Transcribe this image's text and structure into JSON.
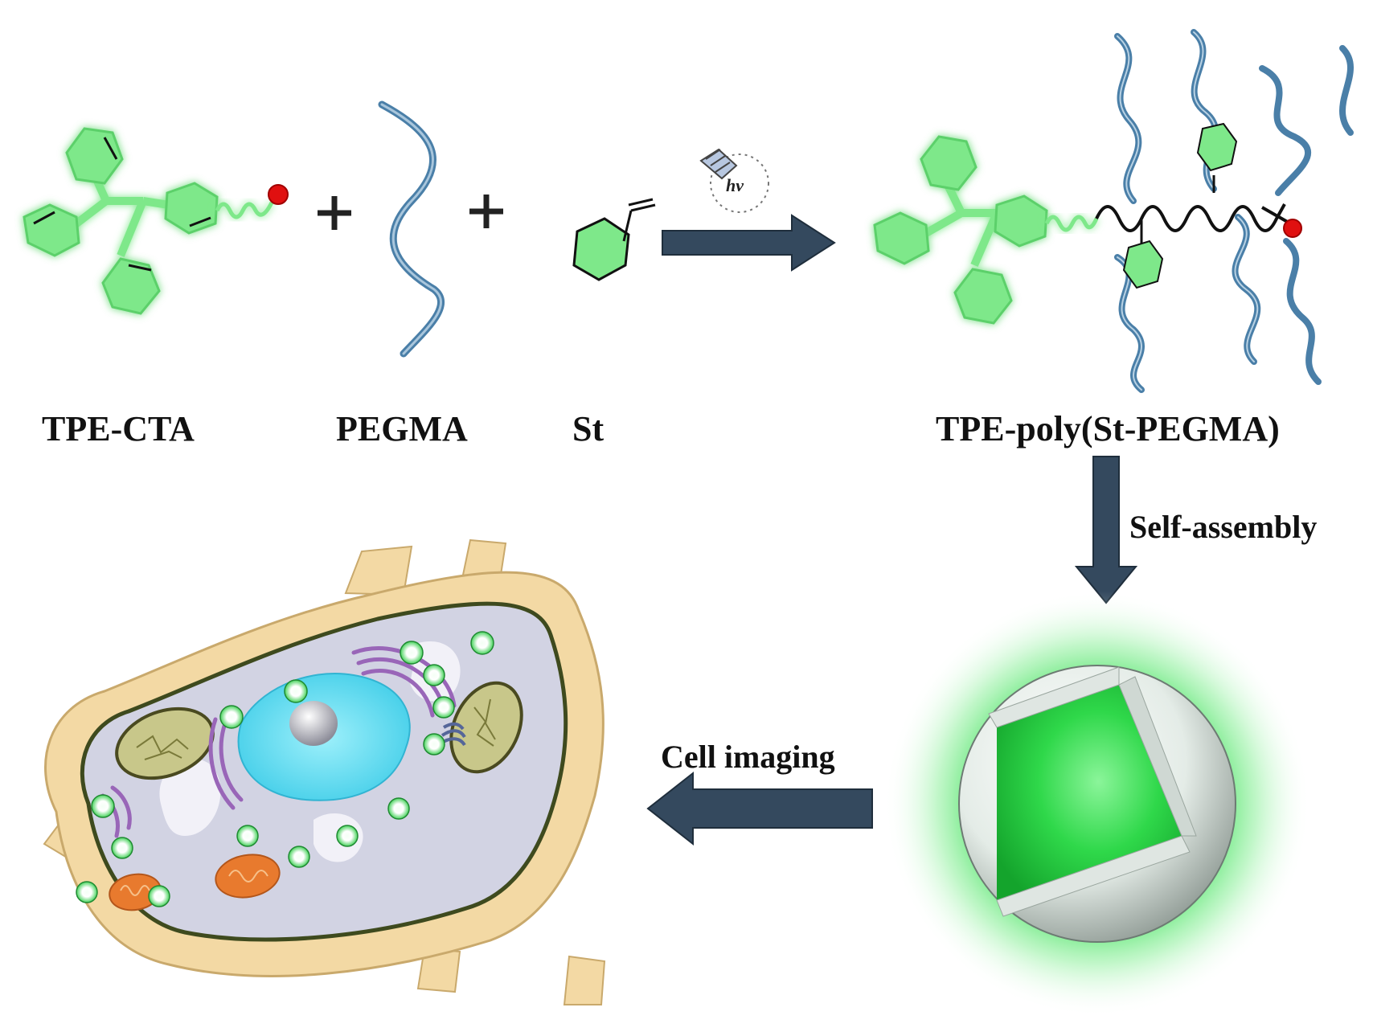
{
  "labels": {
    "tpe_cta": "TPE-CTA",
    "pegma": "PEGMA",
    "styrene": "St",
    "product": "TPE-poly(St-PEGMA)",
    "self_assembly": "Self-assembly",
    "cell_imaging": "Cell imaging",
    "plus": "+",
    "light": "hv"
  },
  "colors": {
    "tpe_green": "#7ee88a",
    "tpe_glow": "#b9f5bf",
    "peg_blue": "#4a7fa8",
    "arrow": "#34495e",
    "end_group": "#e01010",
    "micelle_core": "#2fd84a",
    "micelle_shell": "#e8eeea",
    "cell_wall": "#f3d9a4",
    "nucleus": "#5fd8ee",
    "golgi": "#9966b8",
    "mitochondria": "#e87a2e",
    "chloroplast": "#c8c78a"
  },
  "icons": [
    "light-bulb-icon",
    "reaction-arrow",
    "self-assembly-arrow",
    "cell-imaging-arrow"
  ]
}
